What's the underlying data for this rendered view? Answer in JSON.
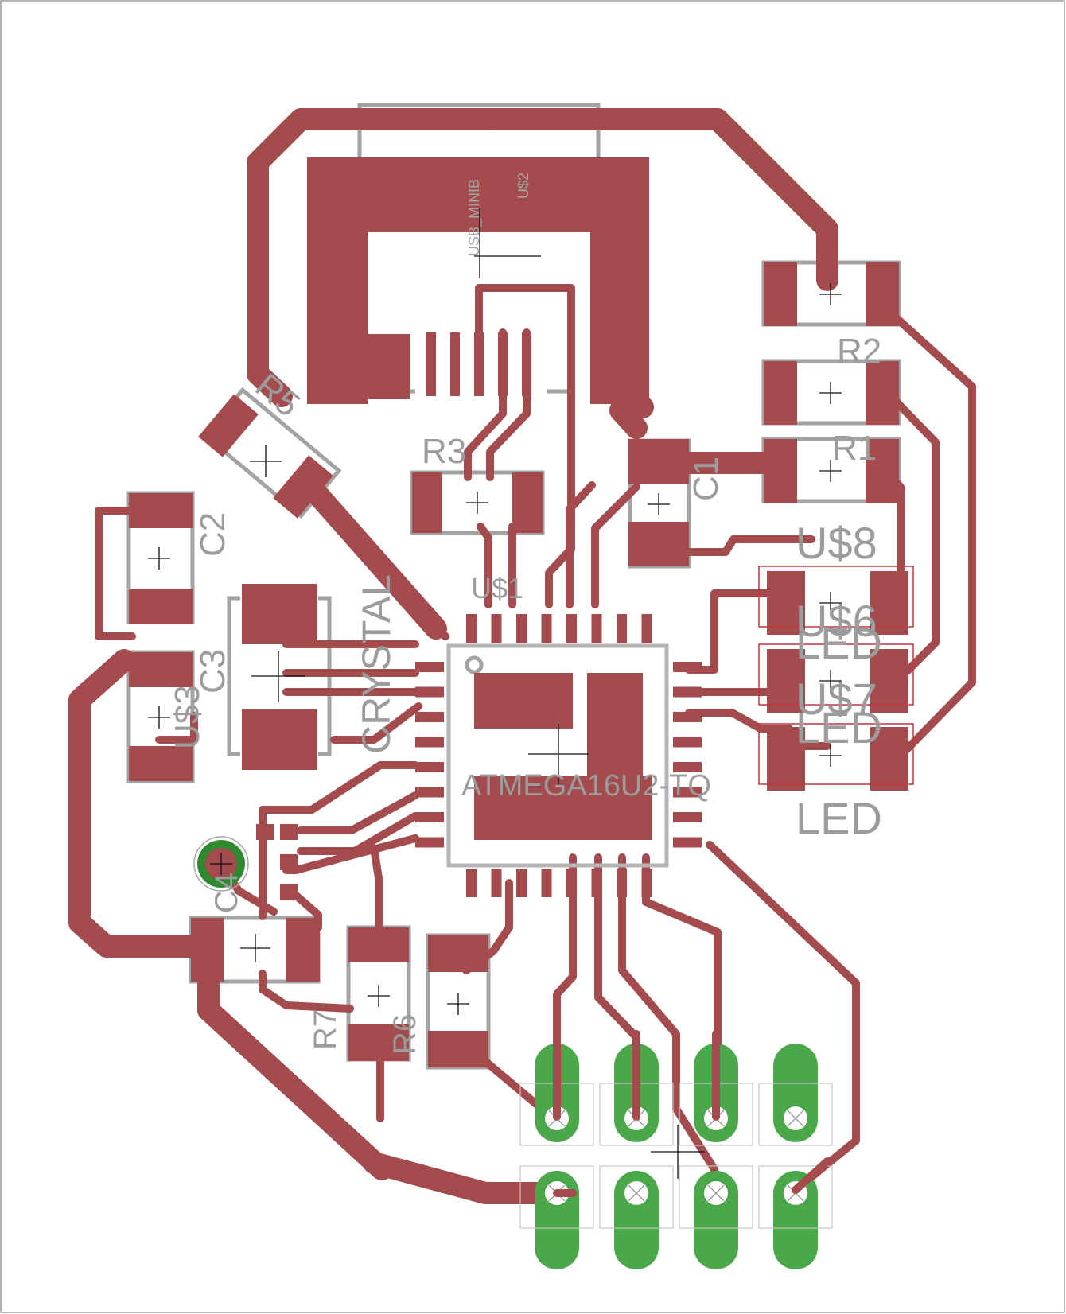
{
  "colors": {
    "copper": "#a34b4d",
    "pad_green": "#4aa84a",
    "silk": "#a3a3a3",
    "led_outline": "#c0393b"
  },
  "labels": {
    "usb_minib": "USB_MINIB",
    "usb_id": "U$2",
    "r1": "R1",
    "r2": "R2",
    "r3": "R3",
    "r5": "R5",
    "r6": "R6",
    "r7": "R7",
    "c1": "C1",
    "c2": "C2",
    "c3": "C3",
    "c4": "C4",
    "crystal": "CRYSTAL",
    "u1": "U$1",
    "u3": "U$3",
    "u8": "U$8",
    "u6": "U$6",
    "u7": "U$7",
    "led_a": "LED",
    "led_b": "LED",
    "led_c": "LED",
    "chip": "ATMEGA16U2-TQ"
  }
}
